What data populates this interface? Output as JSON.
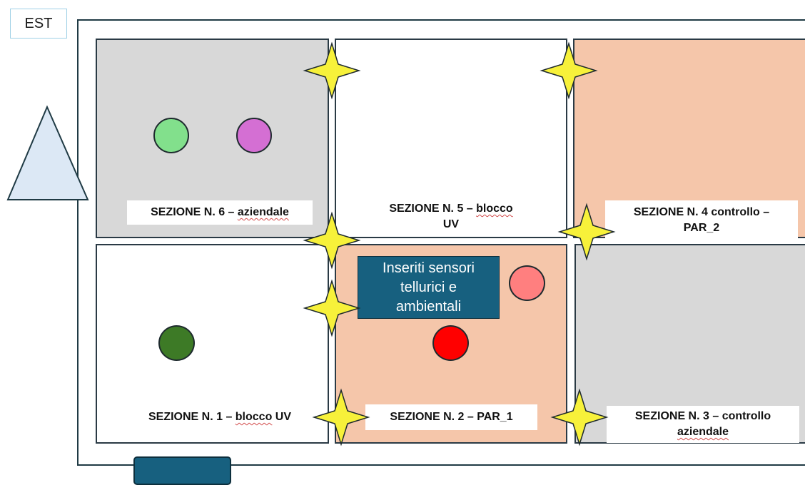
{
  "compass": {
    "label": "EST"
  },
  "colors": {
    "gray_fill": "#d8d8d8",
    "peach_fill": "#f5c6aa",
    "white_fill": "#ffffff",
    "callout_fill": "#17607f",
    "star_fill": "#f7f13a",
    "border": "#2a3a45"
  },
  "sections": [
    {
      "id": "6",
      "prefix": "SEZIONE N. 6 – ",
      "underlined": "aziendale",
      "suffix": "",
      "fill": "gray"
    },
    {
      "id": "5",
      "prefix": "SEZIONE N. 5 – ",
      "underlined": "blocco",
      "suffix": "UV",
      "fill": "white"
    },
    {
      "id": "4",
      "prefix": "SEZIONE N. 4 controllo – PAR_2",
      "underlined": "",
      "suffix": "",
      "fill": "peach"
    },
    {
      "id": "1",
      "prefix": "SEZIONE N. 1 – ",
      "underlined": "blocco",
      "suffix": " UV",
      "fill": "white"
    },
    {
      "id": "2",
      "prefix": "SEZIONE N. 2 – PAR_1",
      "underlined": "",
      "suffix": "",
      "fill": "peach"
    },
    {
      "id": "3",
      "prefix": "SEZIONE N. 3 – controllo",
      "underlined": "aziendale",
      "suffix": "",
      "fill": "gray"
    }
  ],
  "section_labels": {
    "s6_prefix": "SEZIONE N. 6 – ",
    "s6_underlined": "aziendale",
    "s5_prefix": "SEZIONE N. 5 – ",
    "s5_underlined": "blocco",
    "s5_line2": "UV",
    "s4_line1": "SEZIONE N. 4 controllo –",
    "s4_line2": "PAR_2",
    "s1_prefix": "SEZIONE N. 1 – ",
    "s1_underlined": "blocco",
    "s1_suffix": " UV",
    "s2": "SEZIONE N. 2 – PAR_1",
    "s3_line1": "SEZIONE N. 3 – controllo",
    "s3_underlined": "aziendale"
  },
  "sensor_markers": [
    {
      "section": "6",
      "color": "#82e08c"
    },
    {
      "section": "6",
      "color": "#d46fd3"
    },
    {
      "section": "1",
      "color": "#3d7a26"
    },
    {
      "section": "2",
      "color": "#ff7f7f"
    },
    {
      "section": "2",
      "color": "#ff0000"
    }
  ],
  "callout": {
    "line1": "Inseriti sensori",
    "line2": "tellurici e",
    "line3": "ambientali"
  }
}
